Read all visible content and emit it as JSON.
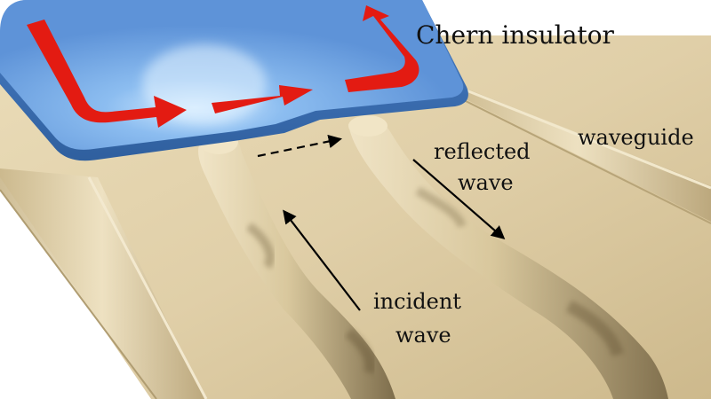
{
  "labels": {
    "chern": "Chern insulator",
    "waveguide": "waveguide",
    "reflected_line1": "reflected",
    "reflected_line2": "wave",
    "incident_line1": "incident",
    "incident_line2": "wave"
  },
  "colors": {
    "chern_insulator": "#6b9fe0",
    "chern_highlight": "#bfe0ff",
    "chern_edge": "#3f72b8",
    "waveguide": "#e2d3ae",
    "waveguide_dark": "#a8956c",
    "edge_arrow": "#e31b12",
    "annotation": "#000000"
  }
}
